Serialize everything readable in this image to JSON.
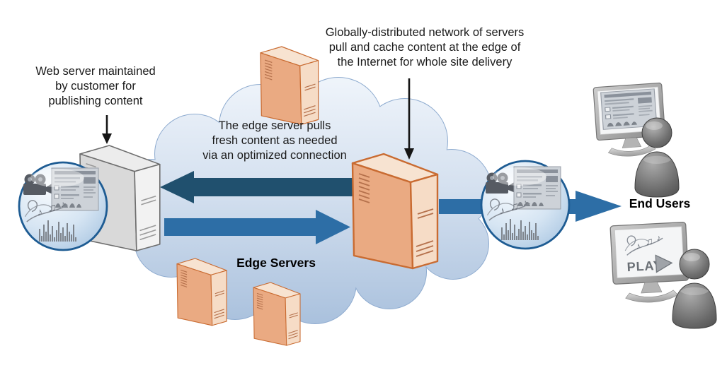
{
  "palette": {
    "arrow_dark": "#20506E",
    "arrow_medium": "#2D6EA6",
    "arrow_annotation": "#151515",
    "cloud_top": "#F0F5FB",
    "cloud_mid": "#D4E0EF",
    "cloud_bottom": "#A7BFDC",
    "cloud_stroke": "#8FACD0",
    "bubble_rim": "#1E5C93",
    "server_orange_front": "#EAAa82",
    "server_orange_side": "#F6DCC6",
    "server_orange_top": "#F7E3D1",
    "server_orange_outline": "#C96B31",
    "server_orange_detail": "#B5714C",
    "server_gray_front": "#D9D9D9",
    "server_gray_side": "#F2F2F2",
    "server_gray_top": "#ECECEC",
    "server_gray_outline": "#6E6E6E",
    "server_gray_detail": "#9A9A9A",
    "media_icon_gray": "#565B63",
    "text_color": "#1A1A1A",
    "label_color": "#000000"
  },
  "annotations": {
    "web_server": "Web server maintained\nby customer for\npublishing content",
    "global_network": "Globally-distributed network of servers\npull and cache content at the edge of\nthe Internet for whole site delivery",
    "edge_pull": "The edge server pulls\nfresh content as needed\nvia an optimized connection"
  },
  "labels": {
    "edge_servers": "Edge Servers",
    "end_users": "End Users",
    "play_button": "PLAY"
  },
  "icons": {
    "cloud": "network-cloud",
    "server": "tower-server",
    "film_camera": "video-camera",
    "webpage": "webpage-thumbnail",
    "music_note": "♪",
    "music_notes_beamed": "♫",
    "audio_histogram": "bar-histogram",
    "play_triangle": "▶",
    "person": "user-silhouette",
    "monitor": "computer-monitor",
    "down_arrow": "straight-down-arrow"
  }
}
